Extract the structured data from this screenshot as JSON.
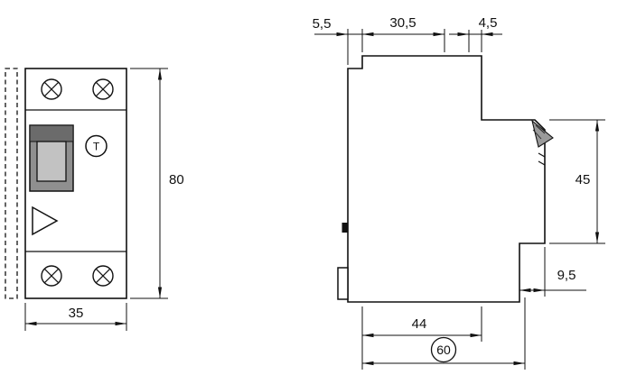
{
  "drawing": {
    "front_view": {
      "test_button": "T",
      "height": "80",
      "width": "35"
    },
    "side_view": {
      "back_step": "5,5",
      "upper_depth": "30,5",
      "top_step": "4,5",
      "front_height": "45",
      "bottom_step": "9,5",
      "base_depth": "44",
      "overall_depth": "60"
    },
    "colors": {
      "line": "#111111",
      "switch_body": "#8f8f8f",
      "switch_top_band": "#6b6b6b",
      "switch_handle": "#c2c2c2",
      "terminal_wedge": "#9a9a9a",
      "background": "#ffffff"
    }
  }
}
